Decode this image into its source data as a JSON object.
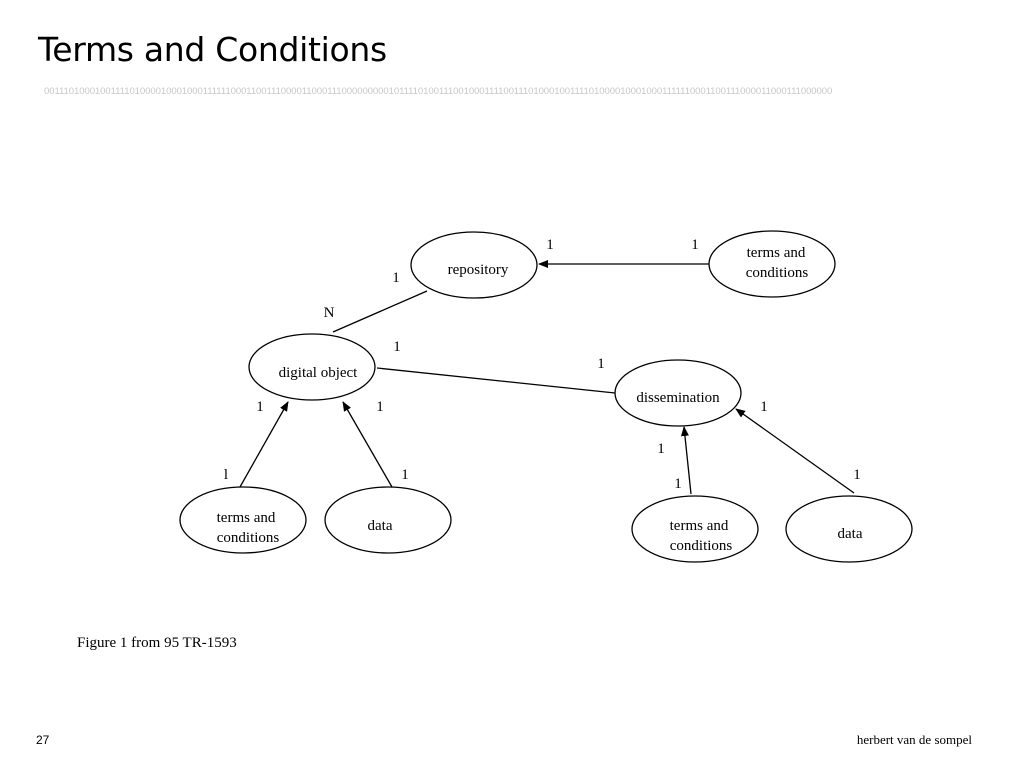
{
  "slide": {
    "title": "Terms and Conditions",
    "binary_strip": "001110100010011110100001000100011111100011001110000110001110000000001011110100111001000111100111010001001111010000100010001111110001100111000011000111000000",
    "caption": "Figure 1 from 95 TR-1593",
    "slide_number": "27",
    "author": "herbert van de sompel"
  },
  "diagram": {
    "nodes": {
      "repository": "repository",
      "repo_terms_line1": "terms and",
      "repo_terms_line2": "conditions",
      "digital_object": "digital object",
      "dissemination": "dissemination",
      "do_terms_line1": "terms and",
      "do_terms_line2": "conditions",
      "do_data": "data",
      "dis_terms_line1": "terms and",
      "dis_terms_line2": "conditions",
      "dis_data": "data"
    },
    "cardinalities": {
      "repo_terms_at_repository": "1",
      "repo_terms_at_terms": "1",
      "repo_do_at_repository": "1",
      "repo_do_at_digital_object": "N",
      "do_dis_at_digital_object": "1",
      "do_dis_at_dissemination": "1",
      "do_terms_at_digital_object": "1",
      "do_data_at_digital_object": "1",
      "do_terms_at_terms": "l",
      "do_data_at_data": "1",
      "dis_data_at_dissemination": "1",
      "dis_terms_at_dissemination": "1",
      "dis_terms_at_terms": "1",
      "dis_data_at_data": "1"
    }
  }
}
